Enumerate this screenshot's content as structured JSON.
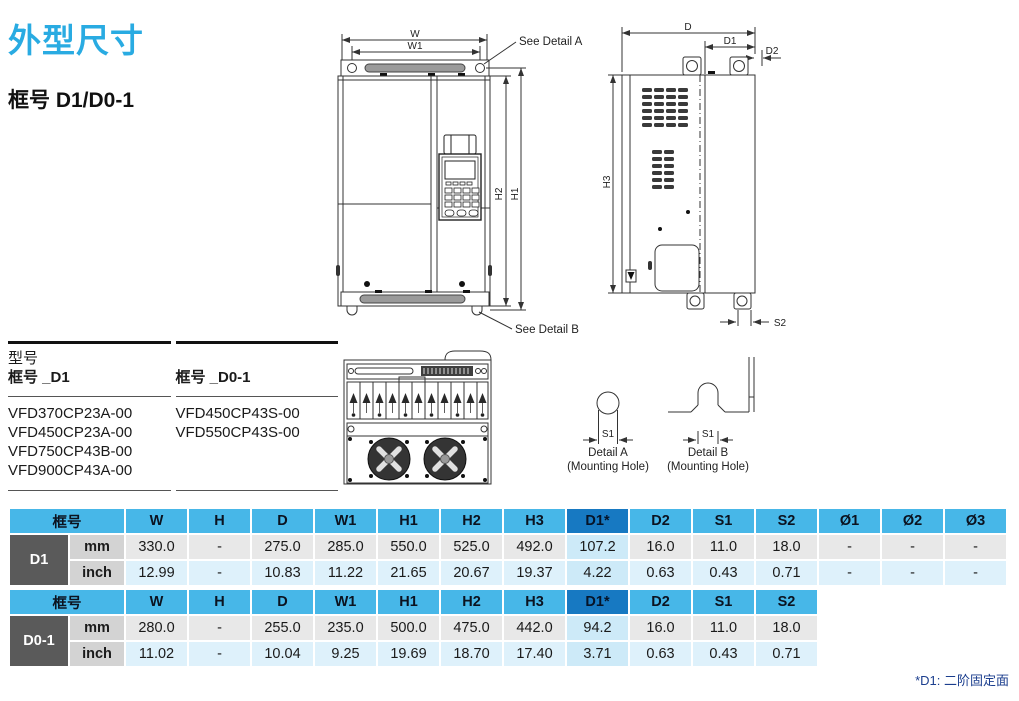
{
  "page": {
    "title": "外型尺寸",
    "subtitle": "框号 D1/D0-1",
    "footnote": "*D1: 二阶固定面"
  },
  "colors": {
    "accent": "#29abe2",
    "header_bg": "#47b7e8",
    "header_highlight_bg": "#1779c2",
    "row_label_bg": "#5a5a5a",
    "unit_bg": "#d3d3d3",
    "mm_row_bg": "#e8e8e8",
    "inch_row_bg": "#def1fb",
    "highlight_cell_bg": "#cdeaf8",
    "footnote_color": "#1b3e8e"
  },
  "drawings": {
    "front_view": {
      "labels": {
        "w": "W",
        "w1": "W1",
        "h1": "H1",
        "h2": "H2",
        "see_detail_a": "See Detail A",
        "see_detail_b": "See Detail B"
      }
    },
    "side_view": {
      "labels": {
        "d": "D",
        "d1": "D1",
        "d2": "D2",
        "h3": "H3",
        "s2": "S2"
      }
    },
    "details": {
      "a": {
        "title": "Detail A",
        "subtitle": "(Mounting Hole)",
        "s1": "S1"
      },
      "b": {
        "title": "Detail B",
        "subtitle": "(Mounting Hole)",
        "s1": "S1"
      }
    }
  },
  "model_list": {
    "heading": "型号",
    "columns": [
      {
        "header": "框号 _D1",
        "models": [
          "VFD370CP23A-00",
          "VFD450CP23A-00",
          "VFD750CP43B-00",
          "VFD900CP43A-00"
        ]
      },
      {
        "header": "框号 _D0-1",
        "models": [
          "VFD450CP43S-00",
          "VFD550CP43S-00"
        ]
      }
    ]
  },
  "tables": [
    {
      "frame_header": "框号",
      "row_label": "D1",
      "columns": [
        "W",
        "H",
        "D",
        "W1",
        "H1",
        "H2",
        "H3",
        "D1*",
        "D2",
        "S1",
        "S2",
        "Ø1",
        "Ø2",
        "Ø3"
      ],
      "highlight_column": "D1*",
      "rows": [
        {
          "unit": "mm",
          "values": [
            "330.0",
            "-",
            "275.0",
            "285.0",
            "550.0",
            "525.0",
            "492.0",
            "107.2",
            "16.0",
            "11.0",
            "18.0",
            "-",
            "-",
            "-"
          ]
        },
        {
          "unit": "inch",
          "values": [
            "12.99",
            "-",
            "10.83",
            "11.22",
            "21.65",
            "20.67",
            "19.37",
            "4.22",
            "0.63",
            "0.43",
            "0.71",
            "-",
            "-",
            "-"
          ]
        }
      ]
    },
    {
      "frame_header": "框号",
      "row_label": "D0-1",
      "columns": [
        "W",
        "H",
        "D",
        "W1",
        "H1",
        "H2",
        "H3",
        "D1*",
        "D2",
        "S1",
        "S2"
      ],
      "highlight_column": "D1*",
      "rows": [
        {
          "unit": "mm",
          "values": [
            "280.0",
            "-",
            "255.0",
            "235.0",
            "500.0",
            "475.0",
            "442.0",
            "94.2",
            "16.0",
            "11.0",
            "18.0"
          ]
        },
        {
          "unit": "inch",
          "values": [
            "11.02",
            "-",
            "10.04",
            "9.25",
            "19.69",
            "18.70",
            "17.40",
            "3.71",
            "0.63",
            "0.43",
            "0.71"
          ]
        }
      ]
    }
  ]
}
